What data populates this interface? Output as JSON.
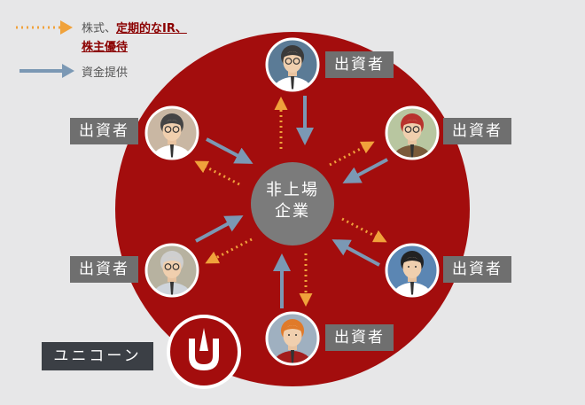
{
  "legend": {
    "stock_prefix": "株式、",
    "stock_highlight_1": "定期的なIR、",
    "stock_highlight_2": "株主優待",
    "funding": "資金提供"
  },
  "center": {
    "line1": "非上場",
    "line2": "企業"
  },
  "investor_label": "出資者",
  "unicorn_label": "ユニコーン",
  "colors": {
    "circle_red": "#a30d0d",
    "hub_gray": "#7b7b7b",
    "arrow_blue": "#7b98b4",
    "arrow_dotted": "#f0a23b",
    "label_gray": "#6f6f6f",
    "unicorn_box": "#3b3f45",
    "background": "#e7e7e8"
  },
  "investors": [
    {
      "name": "investor-top",
      "bg": "#5b7b96",
      "hair": "#3a3a3a",
      "shirt": "#ffffff",
      "glasses": true
    },
    {
      "name": "investor-upper-right",
      "bg": "#b8c6a0",
      "hair": "#b8322d",
      "shirt": "#7a5a3a",
      "glasses": true
    },
    {
      "name": "investor-lower-right",
      "bg": "#5b86b3",
      "hair": "#222222",
      "shirt": "#ffffff",
      "glasses": false
    },
    {
      "name": "investor-bottom",
      "bg": "#9fb0c0",
      "hair": "#e07a2a",
      "shirt": "#a31d1d",
      "glasses": false
    },
    {
      "name": "investor-lower-left",
      "bg": "#b7b2a0",
      "hair": "#cfcfcf",
      "shirt": "#cfd5dc",
      "glasses": true
    },
    {
      "name": "investor-upper-left",
      "bg": "#c9b7a3",
      "hair": "#444444",
      "shirt": "#ffffff",
      "glasses": true
    }
  ]
}
